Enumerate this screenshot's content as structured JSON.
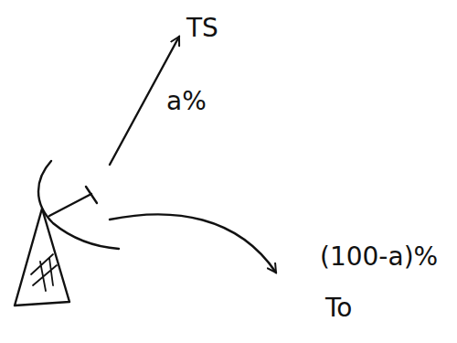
{
  "diagram": {
    "labels": [
      "TS",
      "a%",
      "(100-a)%",
      "To"
    ]
  }
}
